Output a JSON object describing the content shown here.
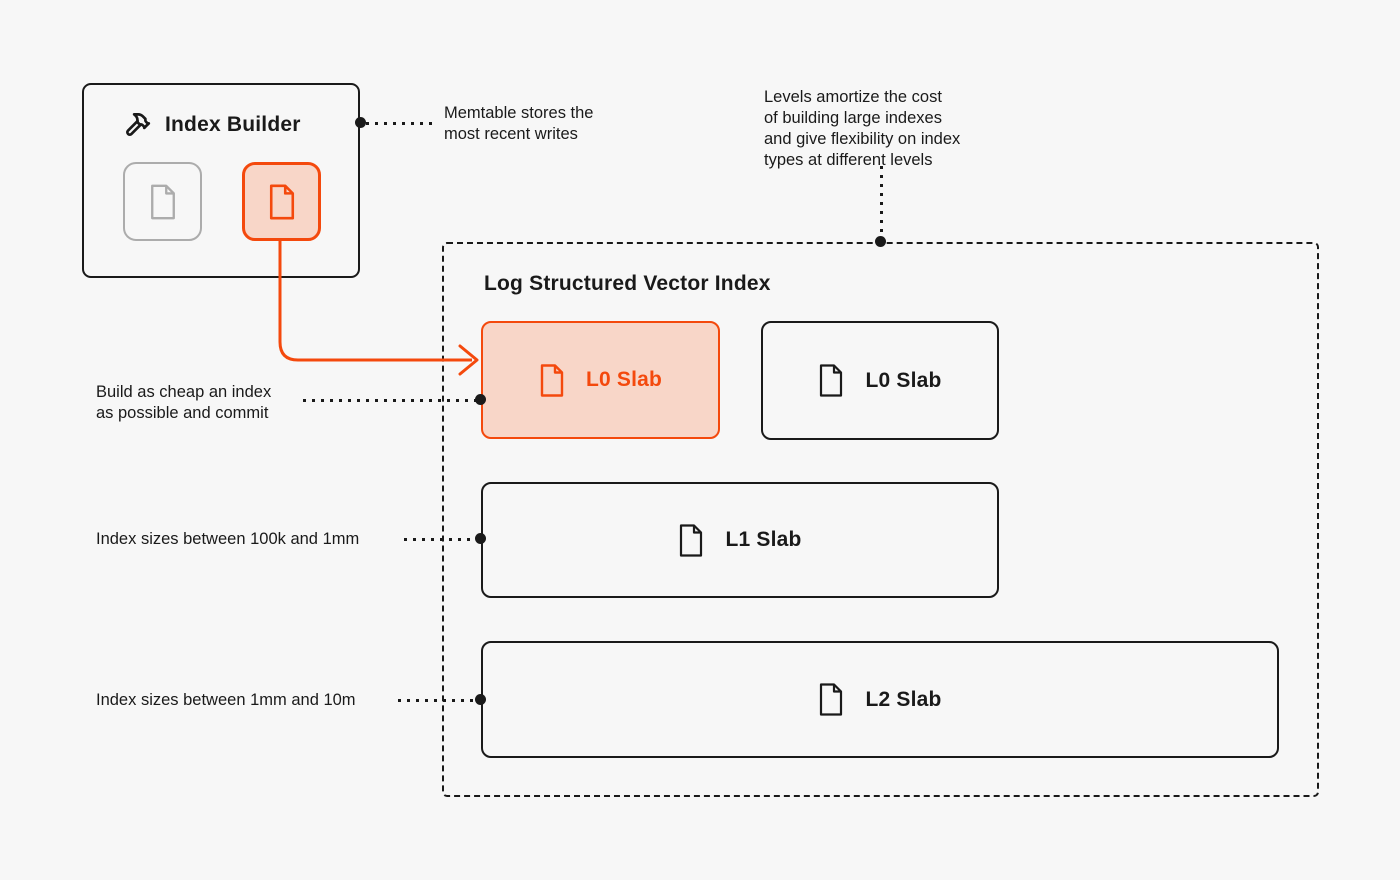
{
  "colors": {
    "background": "#F7F7F7",
    "ink": "#1A1A1A",
    "muted_gray": "#ACACAC",
    "accent_orange": "#F4490D",
    "accent_orange_fill": "#F8D6C8"
  },
  "index_builder": {
    "title": "Index Builder",
    "icon": "hammer-icon",
    "tiles": [
      {
        "icon": "document-icon",
        "state": "inactive"
      },
      {
        "icon": "document-icon",
        "state": "active"
      }
    ]
  },
  "lsvi": {
    "title": "Log Structured Vector Index",
    "slabs": [
      {
        "label": "L0 Slab",
        "highlighted": true
      },
      {
        "label": "L0 Slab",
        "highlighted": false
      },
      {
        "label": "L1 Slab",
        "highlighted": false
      },
      {
        "label": "L2 Slab",
        "highlighted": false
      }
    ]
  },
  "annotations": {
    "memtable": {
      "lines": [
        "Memtable stores the",
        "most recent writes"
      ]
    },
    "levels": {
      "lines": [
        "Levels amortize the cost",
        "of building large indexes",
        "and give flexibility on index",
        "types at different levels"
      ]
    },
    "build_cheap": {
      "lines": [
        "Build as cheap an index",
        "as possible and commit"
      ]
    },
    "l1_sizes": {
      "lines": [
        "Index sizes between 100k and 1mm"
      ]
    },
    "l2_sizes": {
      "lines": [
        "Index sizes between 1mm and 10m"
      ]
    }
  }
}
